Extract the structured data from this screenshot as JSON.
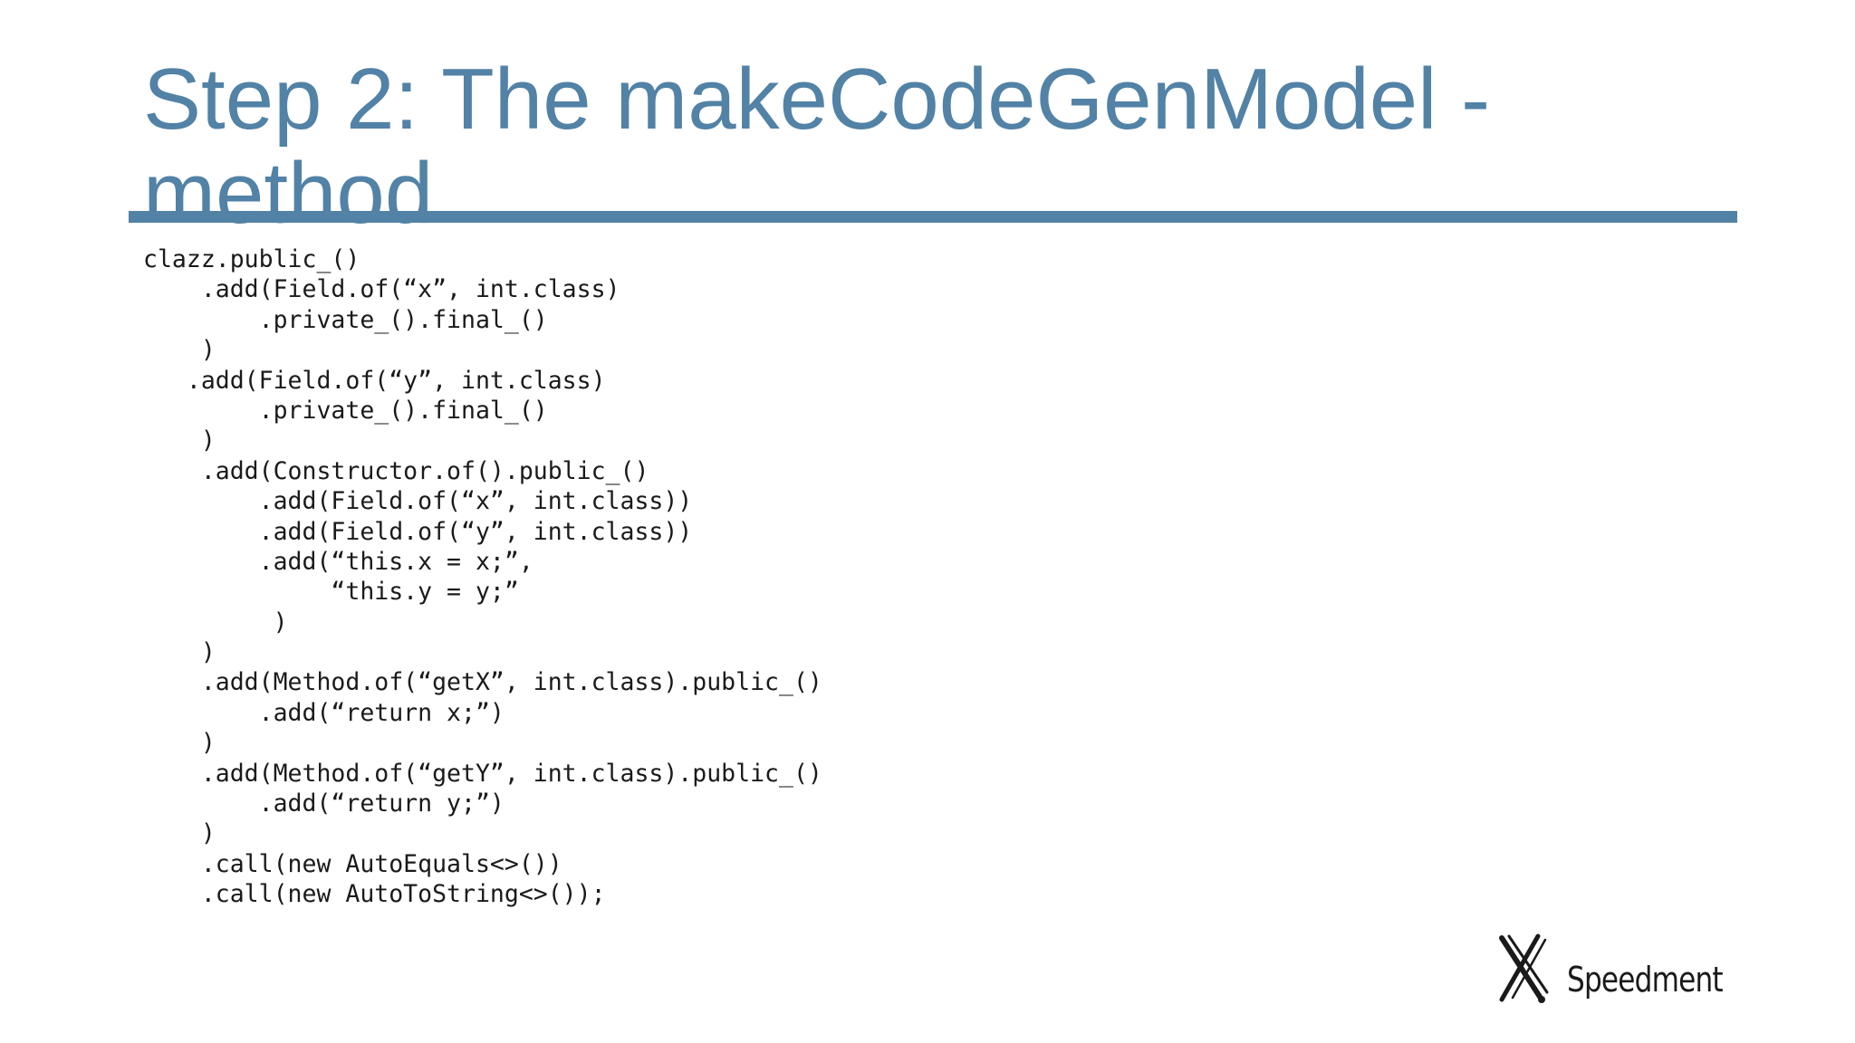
{
  "slide": {
    "title": "Step 2: The makeCodeGenModel - method",
    "logo_text": "Speedment"
  },
  "code": {
    "lines": [
      "clazz.public_()",
      "    .add(Field.of(“x”, int.class)",
      "        .private_().final_()",
      "    )",
      "   .add(Field.of(“y”, int.class)",
      "        .private_().final_()",
      "    )",
      "    .add(Constructor.of().public_()",
      "        .add(Field.of(“x”, int.class))",
      "        .add(Field.of(“y”, int.class))",
      "        .add(“this.x = x;”,",
      "             “this.y = y;”",
      "         )",
      "    )",
      "    .add(Method.of(“getX”, int.class).public_()",
      "        .add(“return x;”)",
      "    )",
      "    .add(Method.of(“getY”, int.class).public_()",
      "        .add(“return y;”)",
      "    )",
      "    .call(new AutoEquals<>())",
      "    .call(new AutoToString<>());"
    ]
  },
  "colors": {
    "accent": "#5282a6",
    "text": "#1a1a1a",
    "background": "#ffffff"
  }
}
